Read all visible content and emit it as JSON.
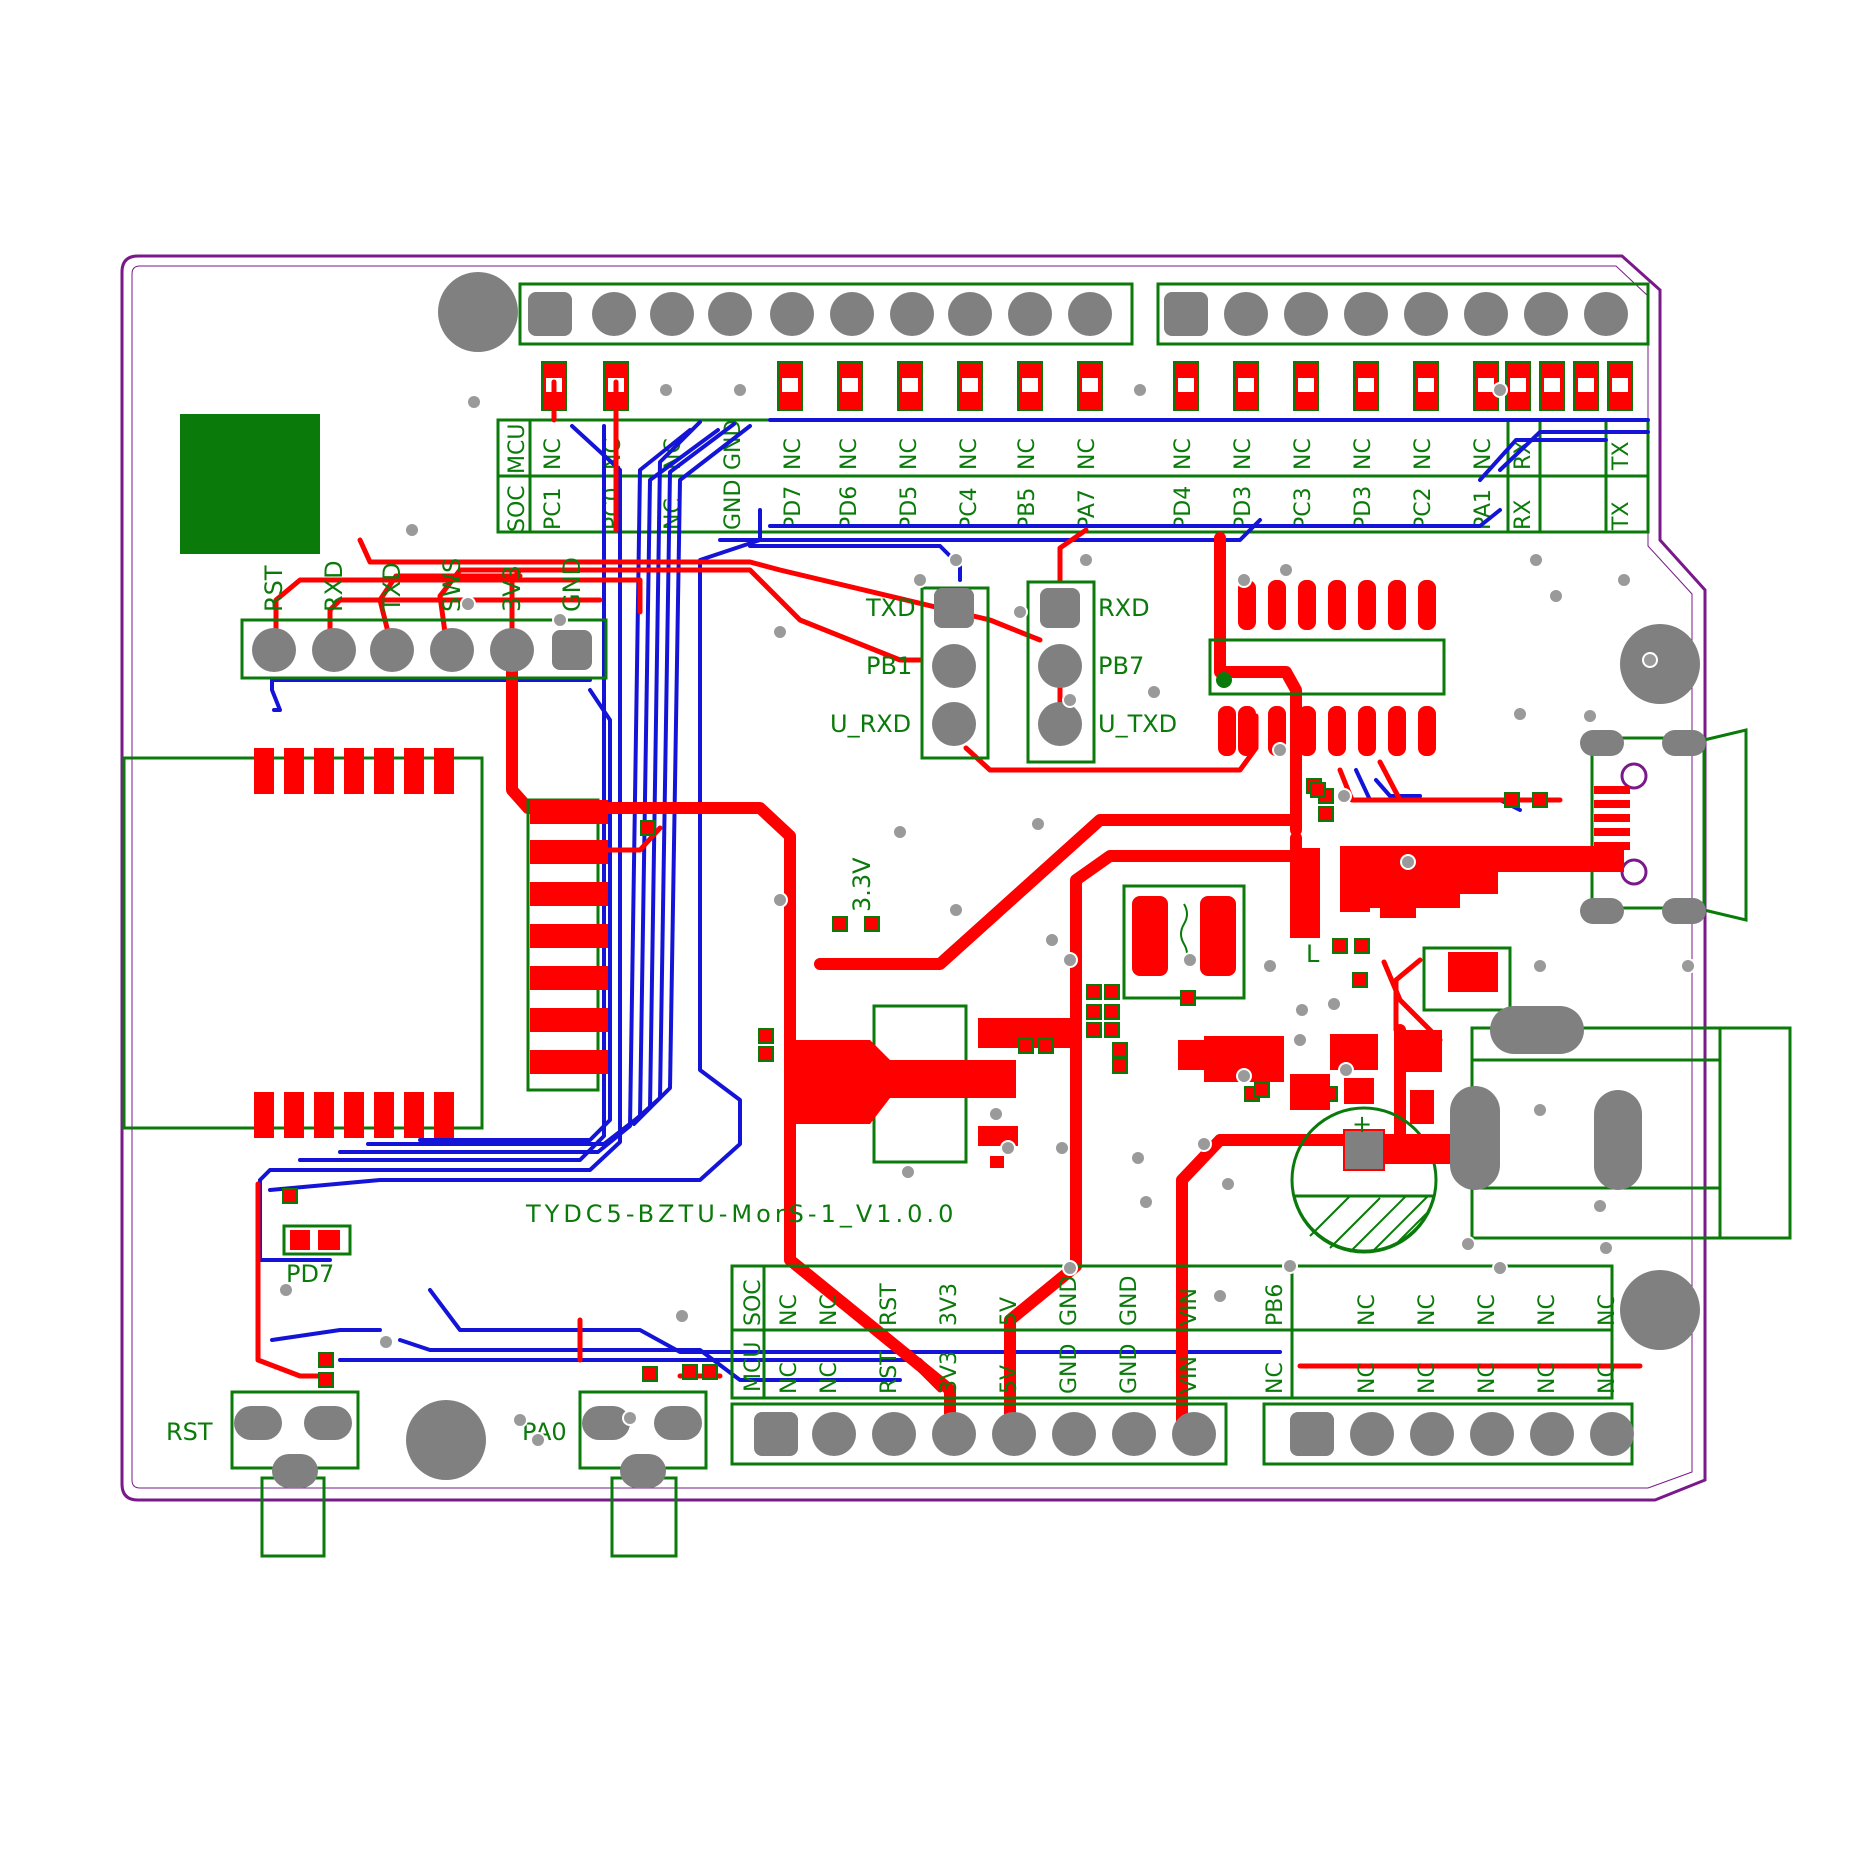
{
  "board": {
    "title": "TYDC5-BZTU-MorS-1_V1.0.0",
    "colors": {
      "outline": "#7a1a8a",
      "silkscreen": "#0a7a0a",
      "top_copper": "#ff0000",
      "bottom_copper": "#1414d8",
      "pad": "#808080"
    }
  },
  "top_header": {
    "row_mcu_label": "MCU",
    "row_soc_label": "SOC",
    "mcu_labels": [
      "NC",
      "NC",
      "NC",
      "GND",
      "NC",
      "NC",
      "NC",
      "NC",
      "NC",
      "NC",
      "NC",
      "NC",
      "NC",
      "NC",
      "NC",
      "NC",
      "RX",
      "TX"
    ],
    "soc_labels": [
      "PC1",
      "PC0",
      "NC",
      "GND",
      "PD7",
      "PD6",
      "PD5",
      "PC4",
      "PB5",
      "PA7",
      "PD4",
      "PD3",
      "PC3",
      "PD3",
      "PC2",
      "PA1",
      "RX",
      "TX"
    ]
  },
  "prog_header": {
    "labels": [
      "RST",
      "RXD",
      "TXD",
      "SWS",
      "3V3",
      "GND"
    ]
  },
  "uart_jumper_left": {
    "labels": [
      "TXD",
      "PB1",
      "U_RXD"
    ]
  },
  "uart_jumper_right": {
    "labels": [
      "RXD",
      "PB7",
      "U_TXD"
    ]
  },
  "misc_labels": {
    "v33": "3.3V",
    "pd7": "PD7",
    "inductor": "L",
    "cap_plus": "+"
  },
  "bottom_header": {
    "row_soc_label": "SOC",
    "row_mcu_label": "MCU",
    "soc_labels": [
      "NC",
      "NC",
      "RST",
      "3V3",
      "5V",
      "GND",
      "GND",
      "VIN",
      "PB6",
      "NC",
      "NC",
      "NC",
      "NC",
      "NC"
    ],
    "mcu_labels": [
      "NC",
      "NC",
      "RST",
      "3V3",
      "5V",
      "GND",
      "GND",
      "VIN",
      "NC",
      "NC",
      "NC",
      "NC",
      "NC",
      "NC"
    ]
  },
  "buttons": {
    "rst": "RST",
    "pa0": "PA0"
  }
}
